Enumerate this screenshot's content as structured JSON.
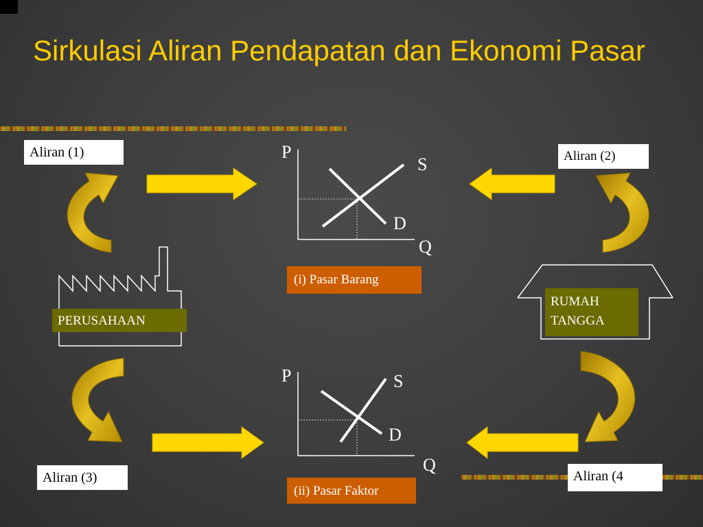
{
  "title": "Sirkulasi Aliran Pendapatan dan Ekonomi Pasar",
  "flows": {
    "flow1": "Aliran (1)",
    "flow2": "Aliran (2)",
    "flow3": "Aliran (3)",
    "flow4": "Aliran (4"
  },
  "markets": {
    "goods": {
      "label": "(i) Pasar Barang",
      "price_axis": "P",
      "quantity_axis": "Q",
      "supply": "S",
      "demand": "D"
    },
    "factors": {
      "label": "(ii) Pasar Faktor",
      "price_axis": "P",
      "quantity_axis": "Q",
      "supply": "S",
      "demand": "D"
    }
  },
  "firm": {
    "label": "PERUSAHAAN",
    "icon": "factory-icon"
  },
  "household": {
    "label": "RUMAH TANGGA",
    "icon": "house-icon"
  },
  "colors": {
    "title": "#ffcc00",
    "arrow": "#ffd700",
    "curved_arrow": "#d4a800",
    "market_label_bg": "#cc5e00",
    "entity_label_bg": "#6b6b00"
  }
}
